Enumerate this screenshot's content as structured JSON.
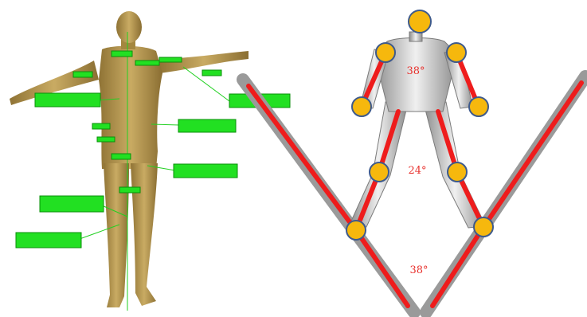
{
  "figure": {
    "left_panel": {
      "marker_labels": [
        "",
        "",
        "",
        "",
        "",
        "",
        "",
        "",
        "",
        "",
        "",
        ""
      ]
    },
    "right_panel": {
      "angles": {
        "torso": "38°",
        "legs": "24°",
        "skis": "38°"
      }
    },
    "colors": {
      "body": "#b49650",
      "marker_green": "#22e022",
      "joint": "#f6b80d",
      "joint_outline": "#3e5a8c",
      "segment": "#ee1c1c",
      "ski": "#9a9a9a",
      "angle_text": "#e8302c"
    }
  }
}
